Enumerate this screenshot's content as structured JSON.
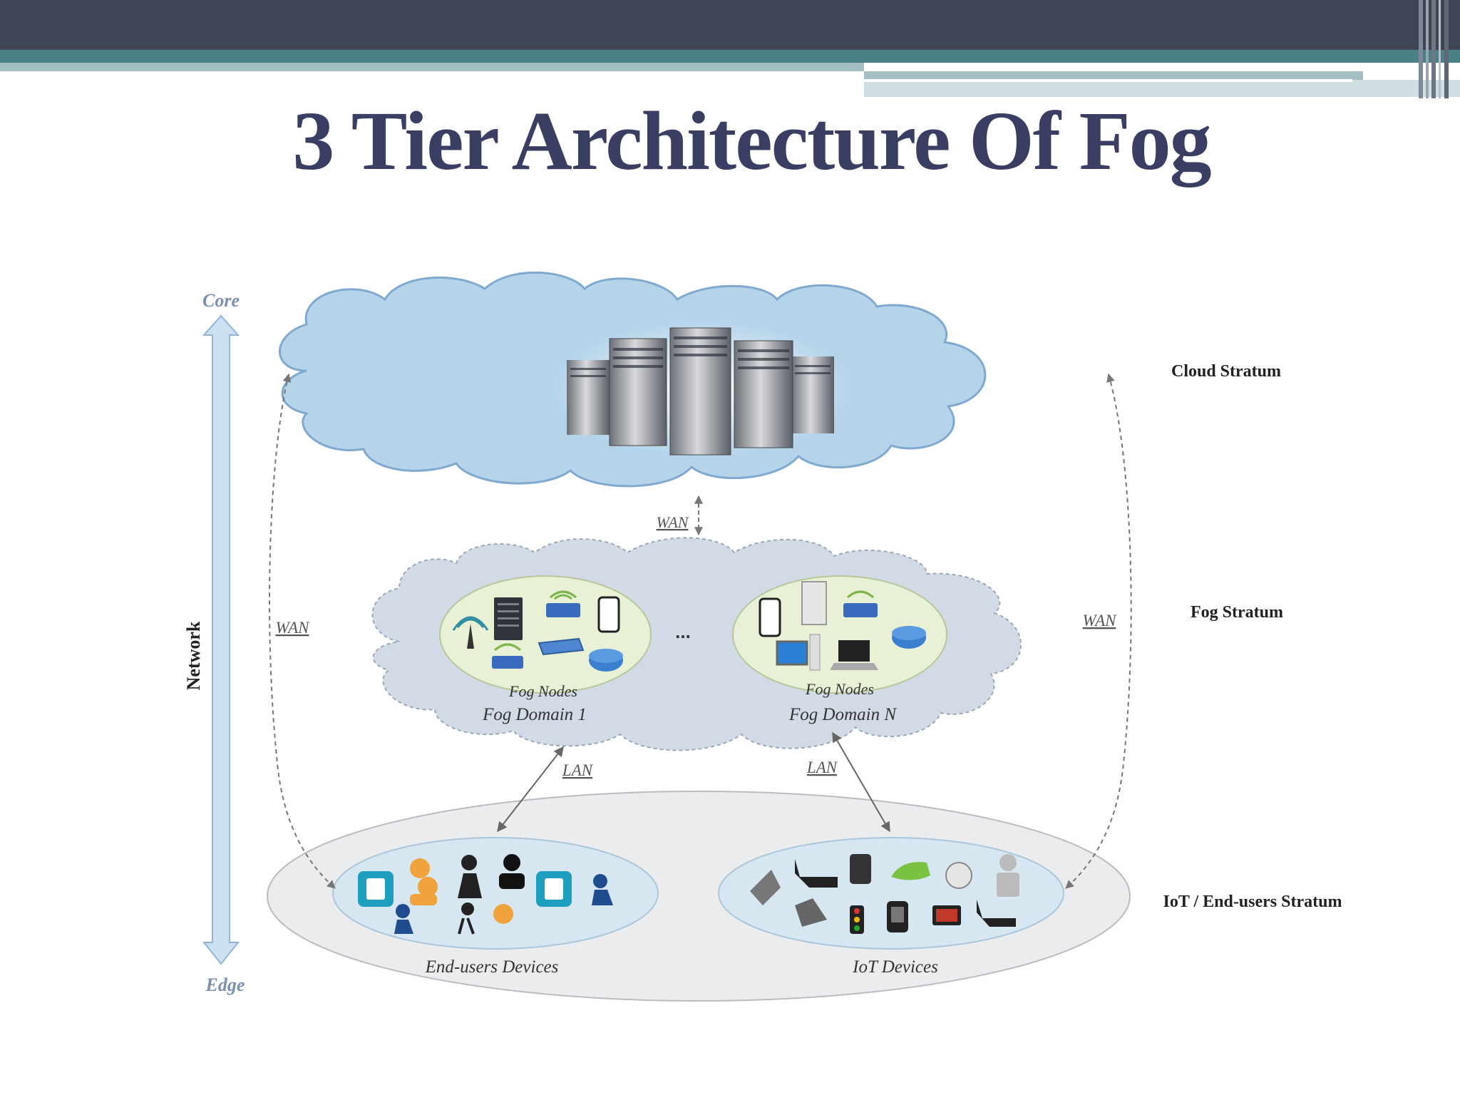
{
  "slide": {
    "title": "3 Tier Architecture Of Fog"
  },
  "diagram": {
    "axis": {
      "top_label": "Core",
      "bottom_label": "Edge",
      "side_label": "Network"
    },
    "strata": {
      "cloud": "Cloud Stratum",
      "fog": "Fog Stratum",
      "iot": "IoT / End-users Stratum"
    },
    "links": {
      "wan_top": "WAN",
      "wan_left": "WAN",
      "wan_right": "WAN",
      "lan_left": "LAN",
      "lan_right": "LAN"
    },
    "fog_domains": [
      {
        "nodes_label": "Fog Nodes",
        "name": "Fog Domain 1"
      },
      {
        "nodes_label": "Fog Nodes",
        "name": "Fog Domain N"
      }
    ],
    "ellipsis": "...",
    "device_groups": {
      "end_users": "End-users Devices",
      "iot": "IoT Devices"
    }
  },
  "colors": {
    "title": "#393e62",
    "header_dark": "#404556",
    "header_teal": "#4a8088",
    "cloud_fill": "#b5d4ea",
    "cloud_stroke": "#7fa9cf",
    "fog_fill": "#d2dbe5",
    "fog_domain_fill": "#e8f0d6",
    "iot_fill": "#ebeced",
    "arrow_fill": "#cde0f1"
  }
}
